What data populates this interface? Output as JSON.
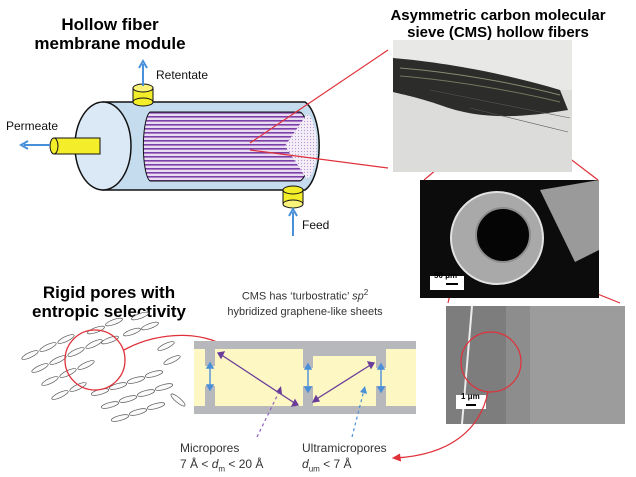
{
  "titles": {
    "module": [
      "Hollow fiber",
      "membrane module"
    ],
    "fibers": [
      "Asymmetric carbon molecular",
      "sieve  (CMS) hollow fibers"
    ],
    "pores": [
      "Rigid pores with",
      "entropic selectivity"
    ]
  },
  "module_labels": {
    "retentate": "Retentate",
    "permeate": "Permeate",
    "feed": "Feed"
  },
  "cms_caption": {
    "line1_prefix": "CMS has ‘turbostratic’ ",
    "line1_sp": "sp",
    "line1_sup": "2",
    "line2": "hybridized graphene-like sheets"
  },
  "pore_labels": {
    "micro_name": "Micropores",
    "micro_range_prefix": "7 Å < ",
    "micro_d": "d",
    "micro_sub": "m",
    "micro_range_suffix": " < 20 Å",
    "ultra_name": "Ultramicropores",
    "ultra_d": "d",
    "ultra_sub": "um",
    "ultra_range_suffix": " < 7 Å"
  },
  "scale_bars": {
    "sem_cross_section": "50 μm",
    "sem_skin": "1 μm"
  },
  "colors": {
    "zoom_line": "#e0313a",
    "arrow_blue": "#4a90d9",
    "arrow_purple": "#6a3d9a",
    "module_body": "#c5dcef",
    "port_yellow": "#f4ee2a",
    "fiber_purple": "#7b3fa8",
    "pore_fill": "#fdf7c3",
    "pore_wall": "#b7b8bc"
  }
}
